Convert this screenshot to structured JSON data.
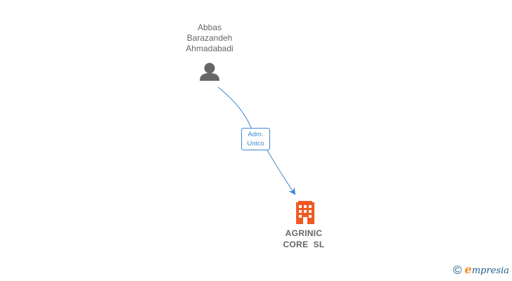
{
  "person": {
    "name_lines": [
      "Abbas",
      "Barazandeh",
      "Ahmadabadi"
    ],
    "icon": "person-icon",
    "icon_color": "#666666"
  },
  "relation": {
    "role_lines": [
      "Adm.",
      "Unico"
    ],
    "color": "#3f86d0"
  },
  "company": {
    "name_lines": [
      "AGRINIC",
      "CORE  SL"
    ],
    "icon": "building-icon",
    "icon_color": "#f05a22"
  },
  "footer": {
    "copyright_symbol": "©",
    "brand_initial": "e",
    "brand_rest": "mpresia",
    "brand_color": "#1f5c8a",
    "brand_accent": "#f28c1c"
  }
}
